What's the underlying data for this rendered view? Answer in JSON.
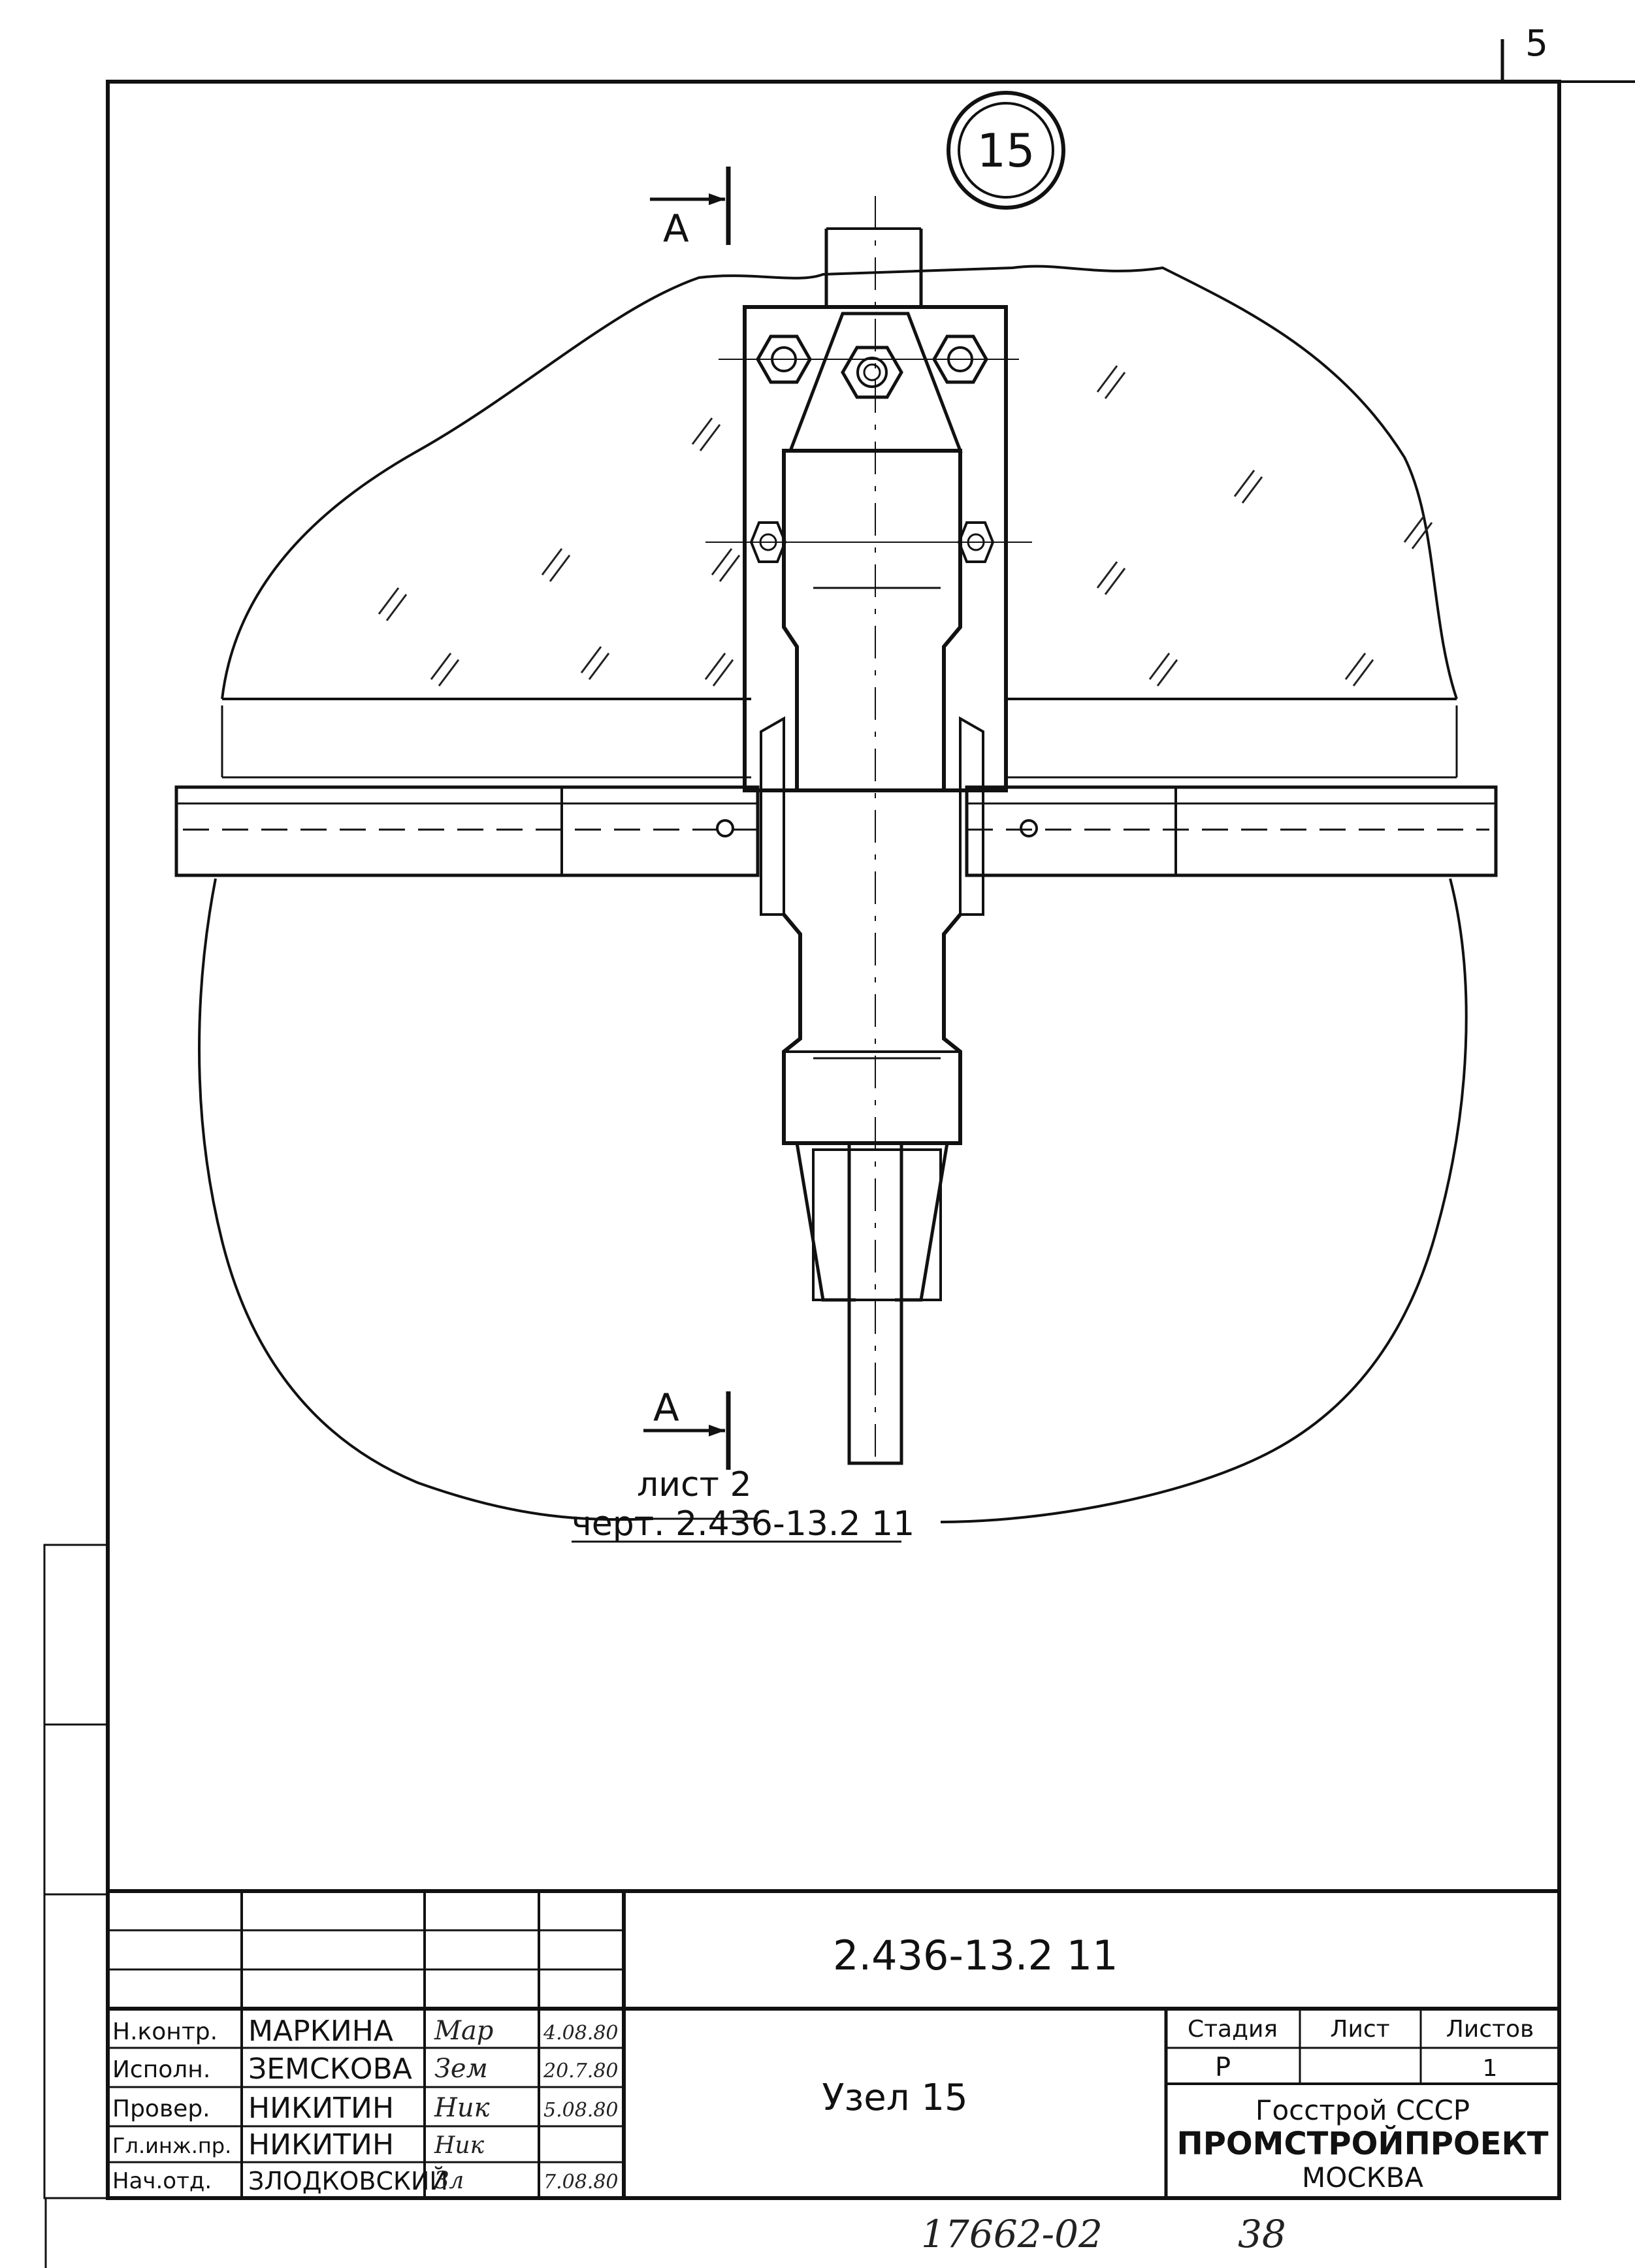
{
  "drawing": {
    "corner_mark": "5",
    "node_number": "15",
    "section_mark_top": "А",
    "section_mark_bottom": "А",
    "sheet_ref": "лист 2",
    "drawing_ref": "черт. 2.436-13.2 11"
  },
  "title_block": {
    "document_code": "2.436-13.2 11",
    "title": "Узел 15",
    "stage_header": "Стадия",
    "sheet_header": "Лист",
    "sheets_header": "Листов",
    "stage_value": "Р",
    "sheets_value": "1",
    "org_line1": "Госстрой СССР",
    "org_line2": "ПРОМСТРОЙПРОЕКТ",
    "org_line3": "МОСКВА",
    "people": [
      {
        "role": "Н.контр.",
        "name": "МАРКИНА",
        "date": "4.08.80"
      },
      {
        "role": "Исполн.",
        "name": "ЗЕМСКОВА",
        "date": "20.7.80"
      },
      {
        "role": "Провер.",
        "name": "НИКИТИН",
        "date": "5.08.80"
      },
      {
        "role": "Гл.инж.пр.",
        "name": "НИКИТИН",
        "date": ""
      },
      {
        "role": "Нач.отд.",
        "name": "ЗЛОДКОВСКИЙ",
        "date": "7.08.80"
      }
    ]
  },
  "footer": {
    "archive_number": "17662-02",
    "page_number": "38"
  }
}
